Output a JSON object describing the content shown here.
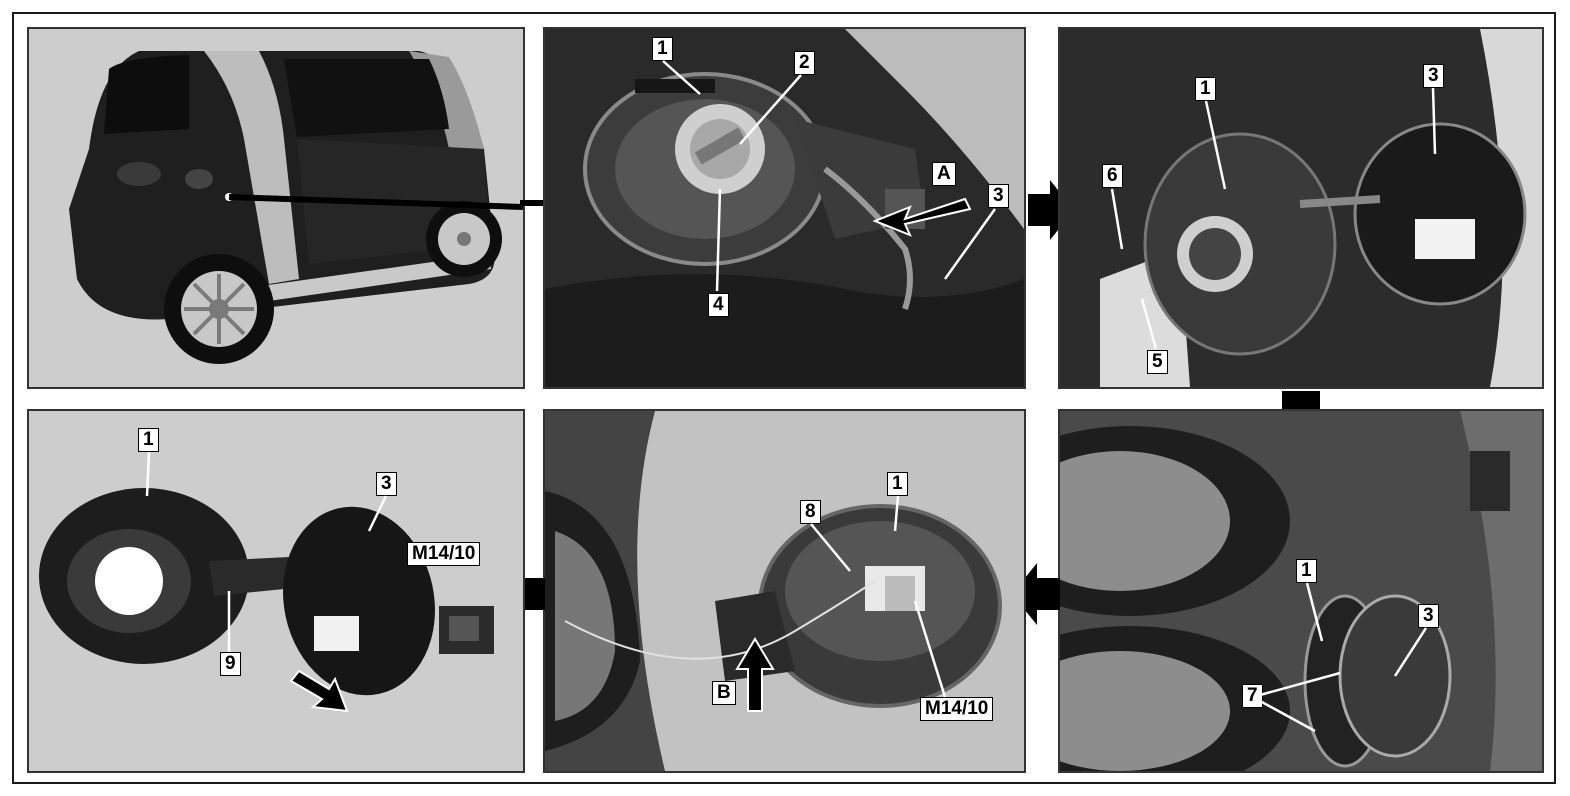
{
  "panels": [
    {
      "id": "vehicle-overview",
      "labels": []
    },
    {
      "id": "fuel-filler-closed",
      "labels": [
        "1",
        "2",
        "3",
        "4",
        "A"
      ]
    },
    {
      "id": "fuel-filler-flap-open",
      "labels": [
        "1",
        "3",
        "5",
        "6"
      ]
    },
    {
      "id": "rear-view-flap",
      "labels": [
        "1",
        "3",
        "7"
      ]
    },
    {
      "id": "actuator-detail",
      "labels": [
        "1",
        "8",
        "M14/10",
        "B"
      ]
    },
    {
      "id": "removed-assembly",
      "labels": [
        "1",
        "3",
        "9",
        "M14/10"
      ]
    }
  ],
  "labels": {
    "p2_1": "1",
    "p2_2": "2",
    "p2_3": "3",
    "p2_4": "4",
    "p2_A": "A",
    "p3_1": "1",
    "p3_3": "3",
    "p3_5": "5",
    "p3_6": "6",
    "p4_1": "1",
    "p4_3": "3",
    "p4_7": "7",
    "p5_1": "1",
    "p5_8": "8",
    "p5_M": "M14/10",
    "p5_B": "B",
    "p6_1": "1",
    "p6_3": "3",
    "p6_9": "9",
    "p6_M": "M14/10"
  },
  "colors": {
    "panel_bg_light": "#cfcfcf",
    "panel_bg_dark": "#2b2b2b",
    "arrow": "#000000",
    "label_bg": "#ffffff"
  }
}
